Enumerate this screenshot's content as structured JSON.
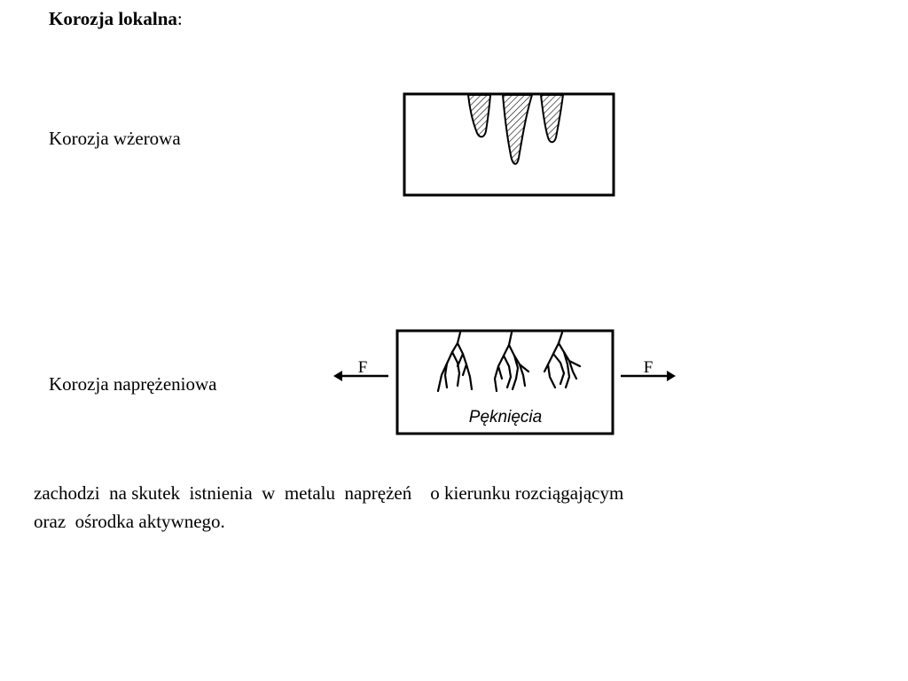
{
  "heading": {
    "bold": "Korozja lokalna",
    "suffix": ":"
  },
  "pitting": {
    "label": "Korozja wżerowa"
  },
  "stress": {
    "label": "Korozja naprężeniowa",
    "force_left": "F",
    "force_right": "F",
    "cracks_caption": "Pęknięcia"
  },
  "description": {
    "line1": "zachodzi  na skutek  istnienia  w  metalu  naprężeń    o kierunku rozciągającym",
    "line2": "oraz  ośrodka aktywnego."
  }
}
